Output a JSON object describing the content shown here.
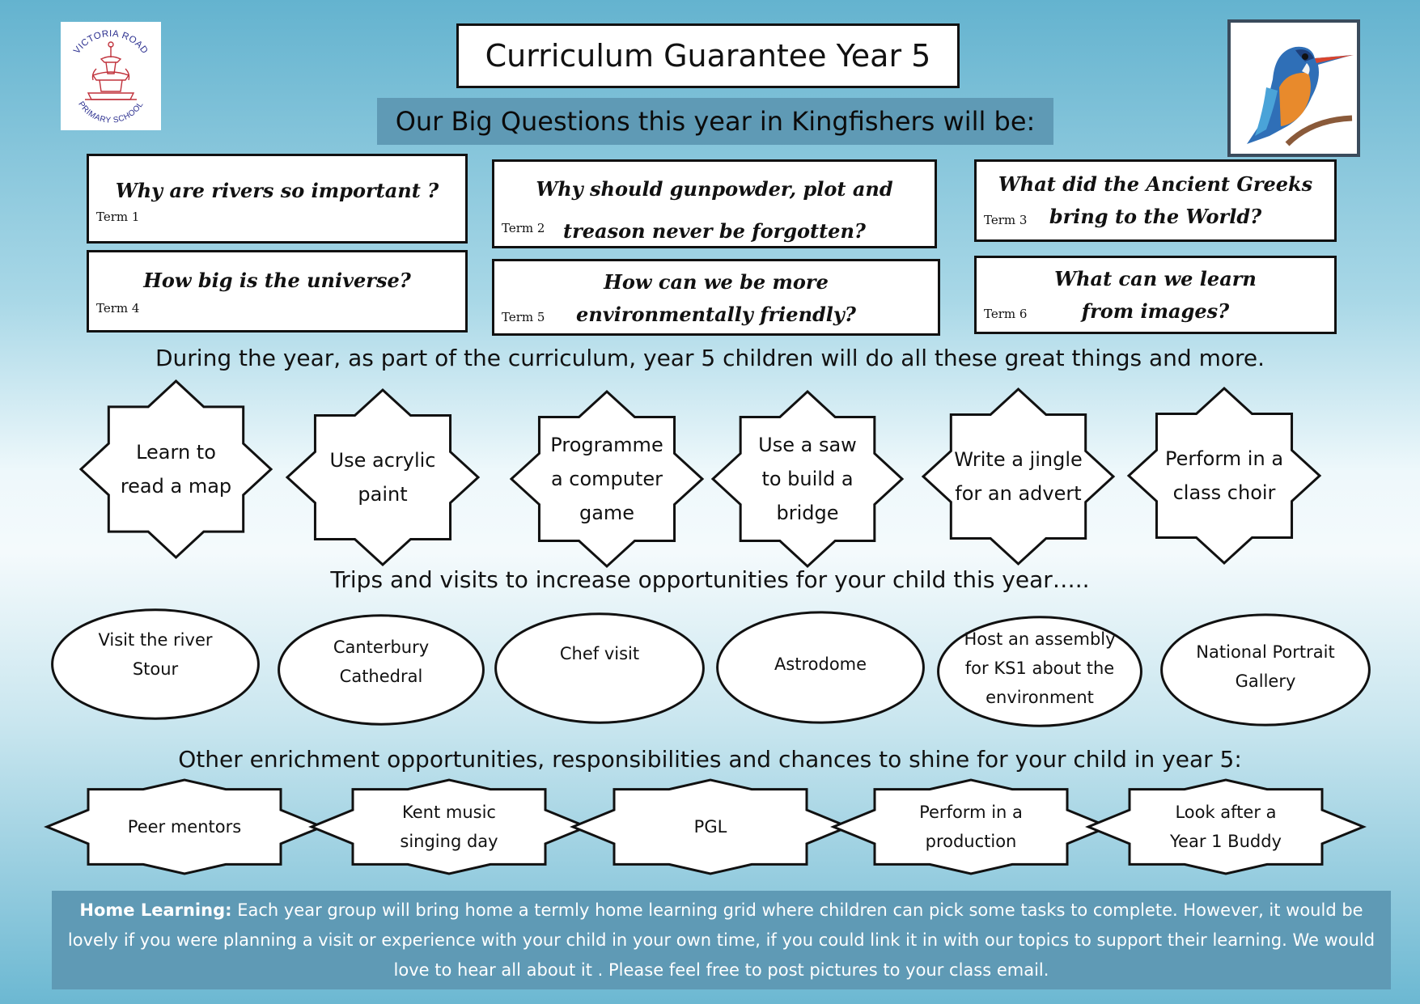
{
  "header": {
    "title": "Curriculum Guarantee Year 5",
    "subtitle": "Our Big Questions this year in Kingfishers will be:",
    "logo_text_top": "VICTORIA ROAD",
    "logo_text_bottom": "PRIMARY SCHOOL"
  },
  "big_questions": [
    {
      "question": "Why are rivers so important ?",
      "term": "Term 1"
    },
    {
      "question": "Why should gunpowder, plot and treason never be forgotten?",
      "term": "Term 2"
    },
    {
      "question": "What did the Ancient Greeks bring to the World?",
      "term": "Term 3"
    },
    {
      "question": "How big is the universe?",
      "term": "Term 4"
    },
    {
      "question": "How can we be more environmentally friendly?",
      "term": "Term 5"
    },
    {
      "question": "What can we learn from images?",
      "term": "Term 6"
    }
  ],
  "activities": {
    "heading": "During the year, as part of the curriculum, year 5 children will do all these great things and more.",
    "items": [
      "Learn to\nread a map",
      "Use acrylic\npaint",
      "Programme\na computer\ngame",
      "Use a saw\nto build a\nbridge",
      "Write a jingle\nfor an advert",
      "Perform in a\nclass choir"
    ]
  },
  "trips": {
    "heading": "Trips and visits to increase opportunities for your child this year…..",
    "items": [
      "Visit the river\nStour",
      "Canterbury\nCathedral",
      "Chef visit",
      "Astrodome",
      "Host an assembly\nfor  KS1 about the\nenvironment",
      "National Portrait\nGallery"
    ]
  },
  "enrichment": {
    "heading": "Other enrichment opportunities, responsibilities and chances to shine for your child in year 5:",
    "items": [
      "Peer mentors",
      "Kent music\nsinging day",
      "PGL",
      "Perform in a\nproduction",
      "Look after a\nYear 1  Buddy"
    ]
  },
  "home_learning": {
    "label": "Home Learning:",
    "text": " Each year group will bring home a termly home learning grid where children can pick some tasks to complete. However, it would be lovely if you were planning a visit or experience with your child in your own time, if you could link it in with our topics to support their learning. We would love to hear all about it . Please feel free to post pictures to your class email."
  },
  "colors": {
    "band": "#5f9ab5",
    "logo_red": "#c0323c",
    "logo_blue": "#2b2f8f"
  }
}
